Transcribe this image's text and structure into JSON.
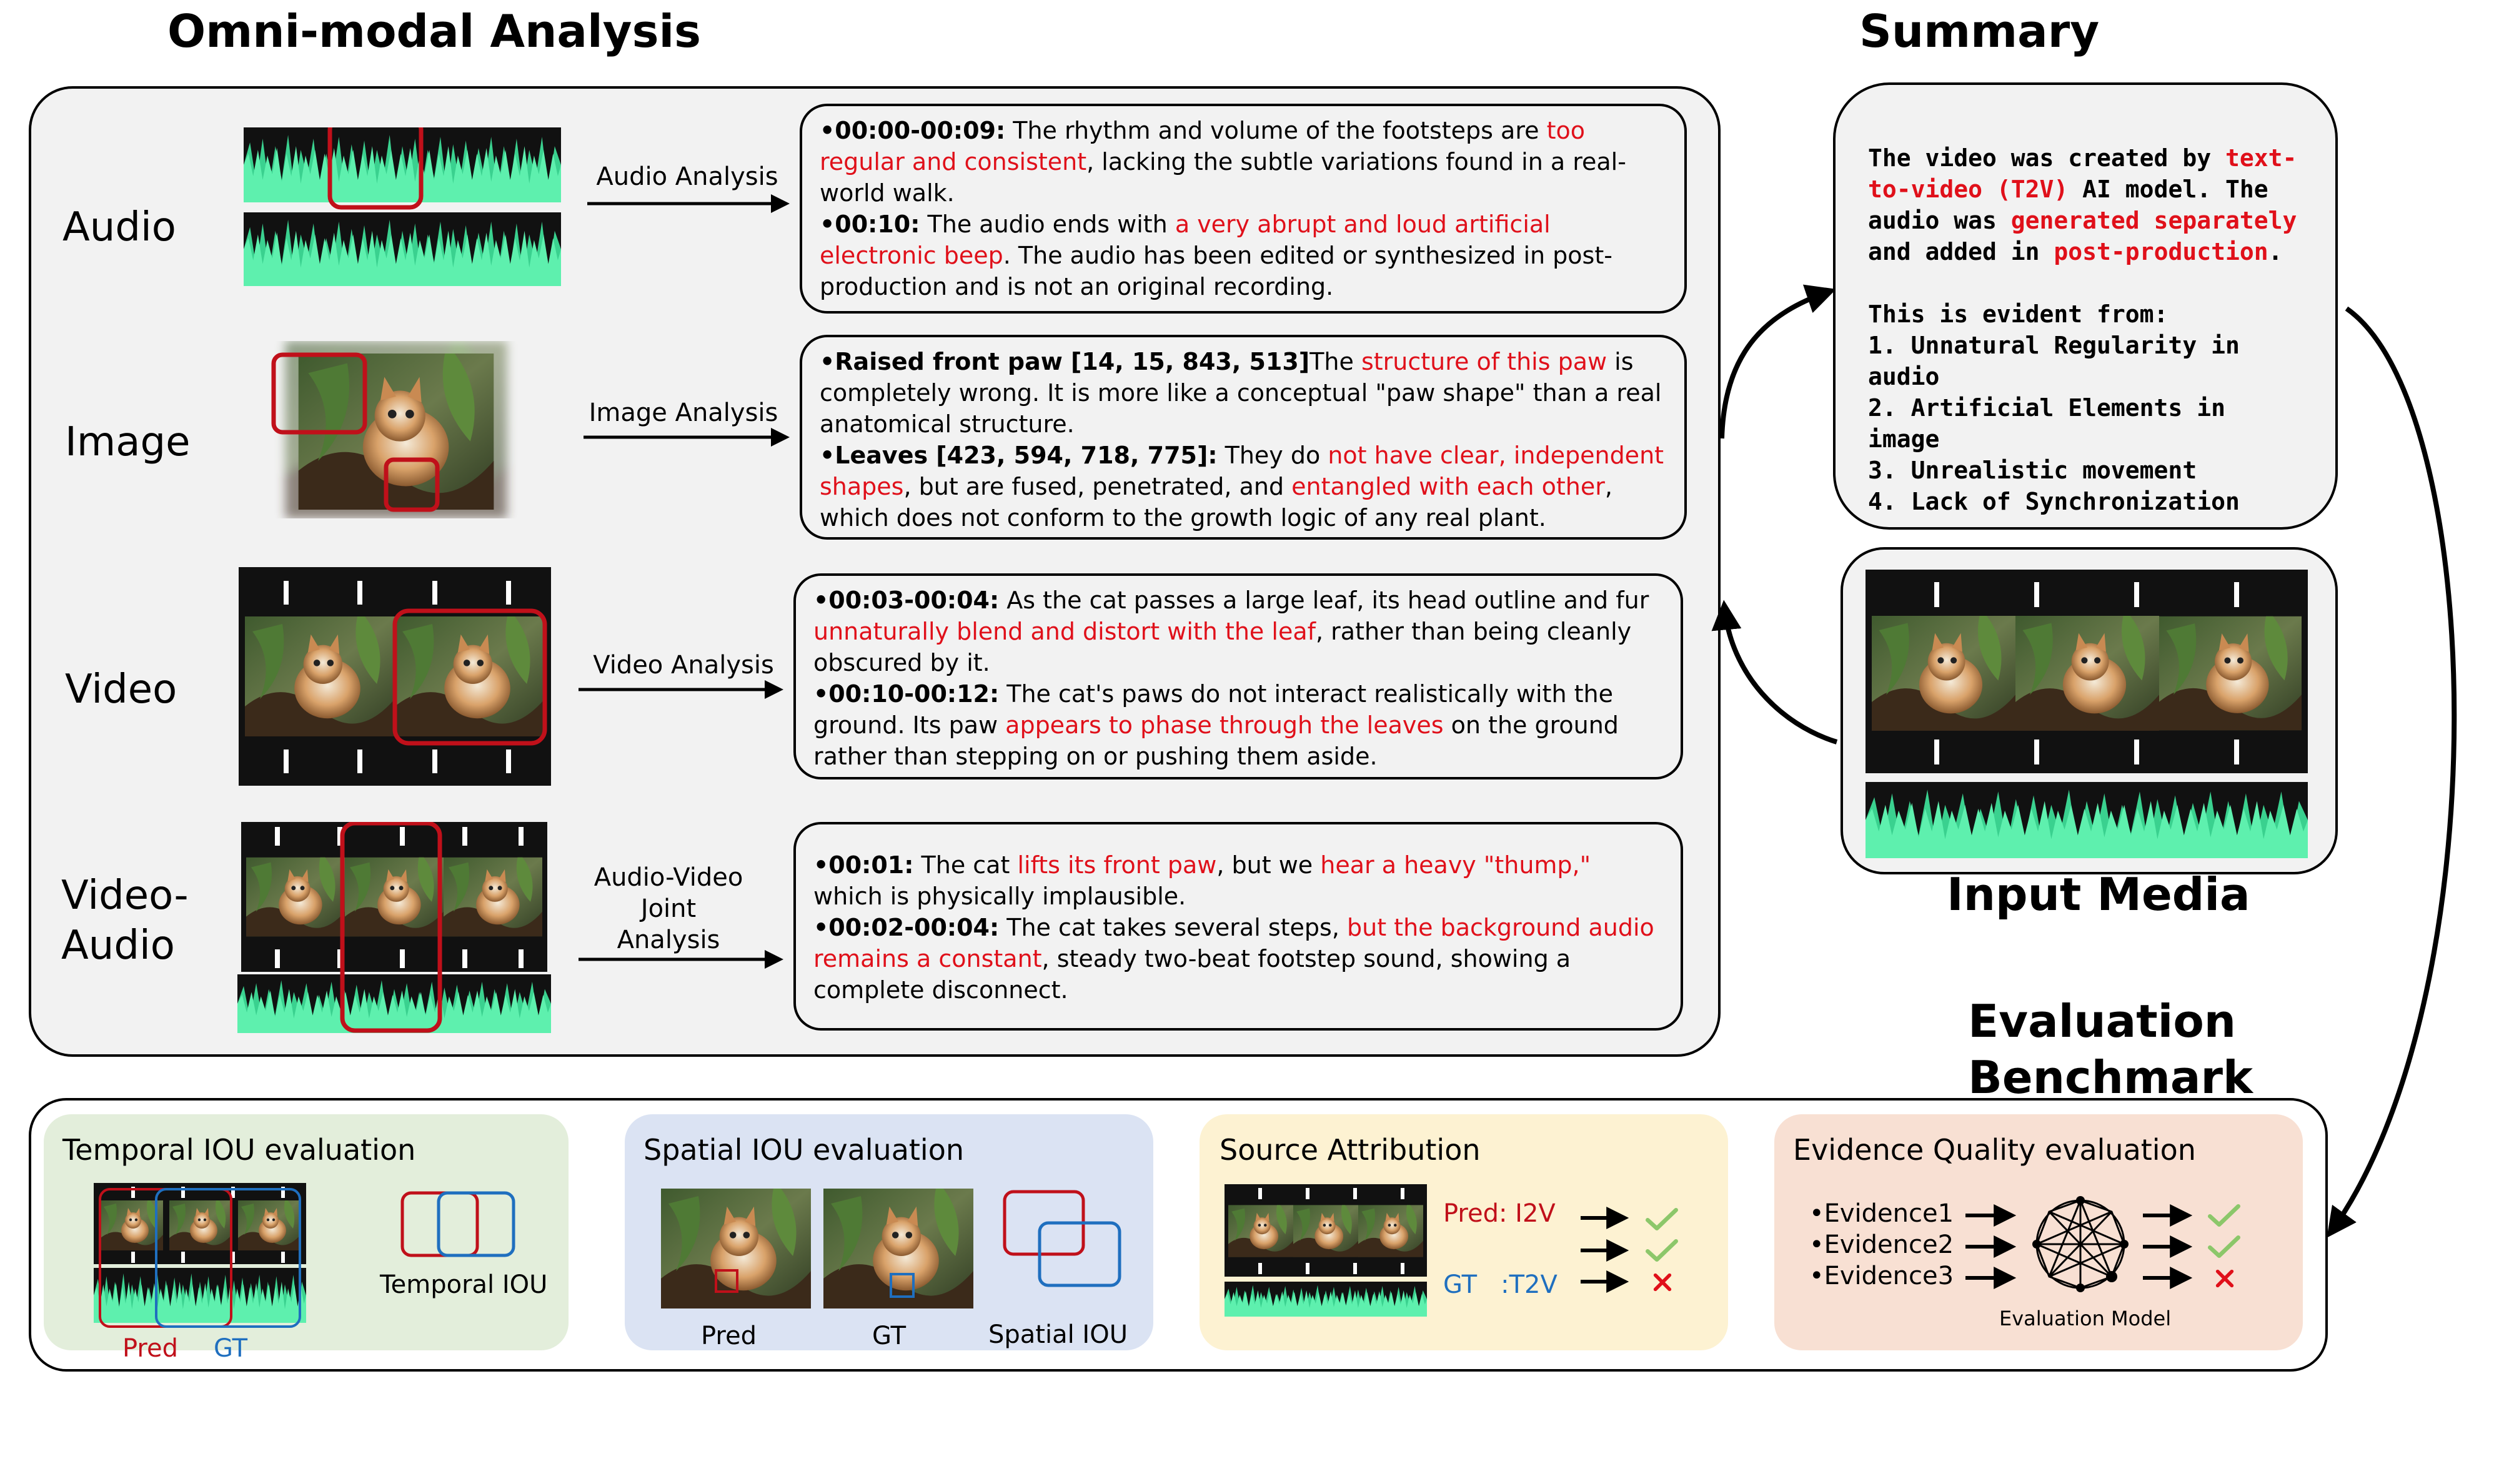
{
  "headings": {
    "analysis": "Omni-modal Analysis",
    "summary": "Summary",
    "input": "Input Media",
    "evaluation": "Evaluation\nBenchmark"
  },
  "rows": [
    {
      "label": "Audio",
      "arrow": "Audio Analysis",
      "text": [
        [
          {
            "t": "•00:00-00:09:",
            "b": 1
          },
          {
            "t": " The rhythm and volume of the footsteps are "
          },
          {
            "t": "too regular and consistent",
            "r": 1
          },
          {
            "t": ", lacking the subtle variations found in a real-world walk."
          }
        ],
        [
          {
            "t": "•00:10:",
            "b": 1
          },
          {
            "t": " The audio ends with "
          },
          {
            "t": "a very abrupt and loud artificial electronic beep",
            "r": 1
          },
          {
            "t": ". The audio has been edited or synthesized in post-production and is not an original recording."
          }
        ]
      ]
    },
    {
      "label": "Image",
      "arrow": "Image Analysis",
      "text": [
        [
          {
            "t": "•Raised front paw [14, 15, 843, 513]",
            "b": 1
          },
          {
            "t": "The "
          },
          {
            "t": "structure of this paw",
            "r": 1
          },
          {
            "t": " is completely wrong. It is more like a conceptual \"paw shape\" than a real anatomical structure."
          }
        ],
        [
          {
            "t": "•Leaves [423, 594, 718, 775]:",
            "b": 1
          },
          {
            "t": " They do "
          },
          {
            "t": "not have clear, independent shapes",
            "r": 1
          },
          {
            "t": ", but are fused, penetrated, and "
          },
          {
            "t": "entangled with each other",
            "r": 1
          },
          {
            "t": ", which does not conform to the growth logic of any real plant."
          }
        ]
      ]
    },
    {
      "label": "Video",
      "arrow": "Video Analysis",
      "text": [
        [
          {
            "t": "•00:03-00:04:",
            "b": 1
          },
          {
            "t": " As the cat passes a large leaf, its head outline and fur "
          },
          {
            "t": "unnaturally blend and distort with the leaf",
            "r": 1
          },
          {
            "t": ", rather than being cleanly obscured by it."
          }
        ],
        [
          {
            "t": "•00:10-00:12:",
            "b": 1
          },
          {
            "t": " The cat's paws do not interact realistically with the ground. Its paw "
          },
          {
            "t": "appears to phase through the leaves",
            "r": 1
          },
          {
            "t": " on the ground rather than stepping on or pushing them aside."
          }
        ]
      ]
    },
    {
      "label": "Video-\nAudio",
      "arrow": "Audio-Video\nJoint\nAnalysis",
      "text": [
        [
          {
            "t": "•00:01:",
            "b": 1
          },
          {
            "t": " The cat "
          },
          {
            "t": "lifts its front paw",
            "r": 1
          },
          {
            "t": ", but we "
          },
          {
            "t": "hear a heavy \"thump,\"",
            "r": 1
          },
          {
            "t": " which is physically implausible."
          }
        ],
        [
          {
            "t": "•00:02-00:04:",
            "b": 1
          },
          {
            "t": " The cat takes several steps, "
          },
          {
            "t": "but the background audio remains a constant",
            "r": 1
          },
          {
            "t": ", steady two-beat footstep sound, showing a complete disconnect."
          }
        ]
      ]
    }
  ],
  "summary": {
    "lines": [
      [
        {
          "t": "The video was created by "
        },
        {
          "t": "text-to-video (T2V)",
          "r": 1
        },
        {
          "t": " AI model. The audio was "
        },
        {
          "t": "generated separately",
          "r": 1
        },
        {
          "t": " and added in "
        },
        {
          "t": "post-production",
          "r": 1
        },
        {
          "t": "."
        }
      ]
    ],
    "evident": "This is evident from:",
    "items": [
      "1.  Unnatural Regularity in audio",
      "2.  Artificial Elements in image",
      "3.  Unrealistic movement",
      "4.  Lack of Synchronization"
    ]
  },
  "evaluation": {
    "temporal": {
      "title": "Temporal IOU evaluation",
      "iou": "Temporal IOU",
      "pred": "Pred",
      "gt": "GT"
    },
    "spatial": {
      "title": "Spatial IOU evaluation",
      "pred": "Pred",
      "gt": "GT",
      "iou": "Spatial IOU"
    },
    "source": {
      "title": "Source Attribution",
      "pred": "Pred: I2V",
      "gt": "GT   :T2V"
    },
    "evidence": {
      "title": "Evidence Quality evaluation",
      "items": [
        "•Evidence1",
        "•Evidence2",
        "•Evidence3"
      ],
      "model": "Evaluation Model"
    },
    "colors": {
      "temporal_bg": "#e3eedb",
      "spatial_bg": "#dbe3f3",
      "source_bg": "#fdf2d2",
      "evidence_bg": "#f8e0d3",
      "pred": "#c0101a",
      "gt": "#1f6fbf",
      "check": "#7fbf5f",
      "cross": "#e0101a"
    }
  }
}
